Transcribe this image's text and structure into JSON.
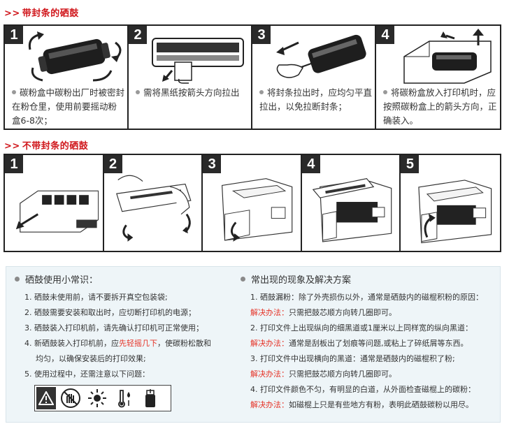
{
  "section1": {
    "title": "带封条的硒鼓",
    "chevron": ">>",
    "steps": [
      {
        "num": "1",
        "text": "碳粉盒中碳粉出厂时被密封在粉仓里，使用前要摇动粉盒6-8次；"
      },
      {
        "num": "2",
        "text": "需将黑纸按箭头方向拉出"
      },
      {
        "num": "3",
        "text": "将封条拉出时，应均匀平直拉出，以免拉断封条；"
      },
      {
        "num": "4",
        "text": "将碳粉盒放入打印机时，应按照碳粉盒上的箭头方向，正确装入。"
      }
    ]
  },
  "section2": {
    "title": "不带封条的硒鼓",
    "chevron": ">>",
    "steps": [
      {
        "num": "1"
      },
      {
        "num": "2"
      },
      {
        "num": "3"
      },
      {
        "num": "4"
      },
      {
        "num": "5"
      }
    ]
  },
  "tips": {
    "heading": "硒鼓使用小常识：",
    "items": [
      {
        "text": "1. 硒鼓未使用前，请不要拆开真空包装袋;"
      },
      {
        "text": "2. 硒鼓需要安装和取出时，应切断打印机的电源；"
      },
      {
        "text": "3. 硒鼓装入打印机前，请先确认打印机可正常使用；"
      },
      {
        "pre": "4. 新硒鼓装入打印机前，应",
        "highlight": "先轻摇几下",
        "post": "，使碳粉松散和",
        "cont": "均匀，以确保安装后的打印效果;"
      },
      {
        "text": "5. 使用过程中，还需注意以下问题："
      }
    ],
    "icons": [
      "warning-icon",
      "no-touch-icon",
      "no-sunlight-icon",
      "no-heat-humidity-icon",
      "no-upright-icon"
    ]
  },
  "faq": {
    "heading": "常出现的现象及解决方案",
    "solution_label": "解决办法：",
    "items": [
      {
        "q": "1. 硒鼓漏粉：除了外壳损伤以外，通常是硒鼓内的磁棍积粉的原因：",
        "a": "只需把鼓芯顺方向转几圈即可。"
      },
      {
        "q": "2. 打印文件上出现纵向的细黑道或1厘米以上同样宽的纵向黑道：",
        "a": "通常是刮板出了划痕等问题,或粘上了碎纸屑等东西。"
      },
      {
        "q": "3. 打印文件中出现横向的黑道：通常是硒鼓内的磁棍积了粉;",
        "a": "只需把鼓芯顺方向转几圈即可。"
      },
      {
        "q": "4. 打印文件颜色不匀，有明显的白道，从外面检查磁棍上的碳粉：",
        "a": "如磁棍上只是有些地方有粉，表明此硒鼓碳粉以用尽。"
      }
    ]
  }
}
